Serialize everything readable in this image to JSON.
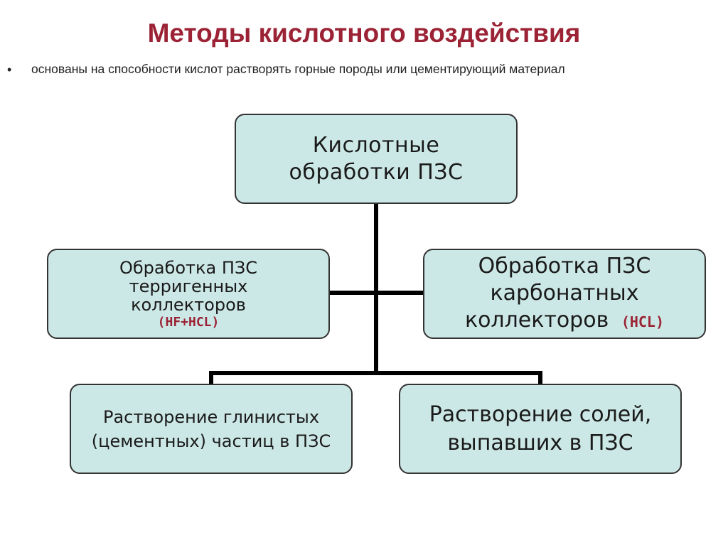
{
  "title": "Методы кислотного воздействия",
  "bullet": {
    "mark": "•",
    "text": "основаны на способности кислот растворять горные породы или цементирующий материал"
  },
  "nodes": {
    "root": {
      "line1": "Кислотные",
      "line2": "обработки ПЗС"
    },
    "left_mid": {
      "line1": "Обработка ПЗС",
      "line2": "терригенных",
      "line3": "коллекторов",
      "acid": "(HF+HCL)"
    },
    "right_mid": {
      "line1": "Обработка ПЗС",
      "line2": "карбонатных",
      "line3": "коллекторов",
      "acid": "(HCL)"
    },
    "left_bottom": {
      "line1": "Растворение глинистых",
      "line2": "(цементных) частиц в ПЗС"
    },
    "right_bottom": {
      "line1": "Растворение солей,",
      "line2": "выпавших в ПЗС"
    }
  },
  "colors": {
    "title": "#9b2335",
    "box_fill": "#cce8e6",
    "box_border": "#333333",
    "connector": "#000000",
    "acid_text": "#9b2335"
  }
}
